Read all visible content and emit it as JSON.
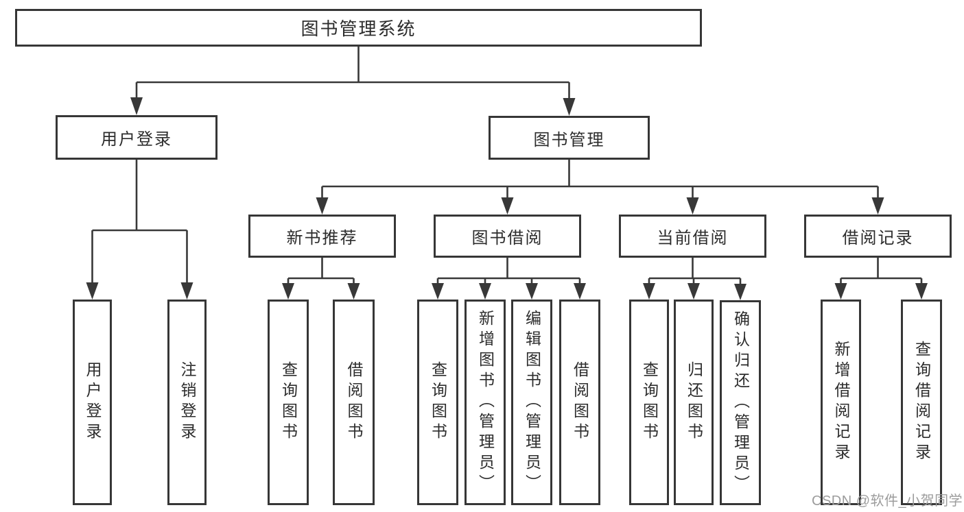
{
  "diagram": {
    "title": "图书管理系统",
    "root": "图书管理系统",
    "level2": {
      "user_login": "用户登录",
      "book_mgmt": "图书管理"
    },
    "level3": {
      "new_books": "新书推荐",
      "book_borrow": "图书借阅",
      "current_borrow": "当前借阅",
      "borrow_records": "借阅记录"
    },
    "leaves": {
      "user_login": [
        "用户登录",
        "注销登录"
      ],
      "new_books": [
        "查询图书",
        "借阅图书"
      ],
      "book_borrow": [
        "查询图书",
        "新增图书（管理员）",
        "编辑图书（管理员）",
        "借阅图书"
      ],
      "current_borrow": [
        "查询图书",
        "归还图书",
        "确认归还（管理员）"
      ],
      "borrow_records": [
        "新增借阅记录",
        "查询借阅记录"
      ]
    }
  },
  "watermark": "CSDN @软件_小贺同学",
  "colors": {
    "line": "#383838",
    "box_border": "#363636",
    "text": "#2c2c2c",
    "watermark_text": "#9c9c9c",
    "background": "#ffffff"
  }
}
